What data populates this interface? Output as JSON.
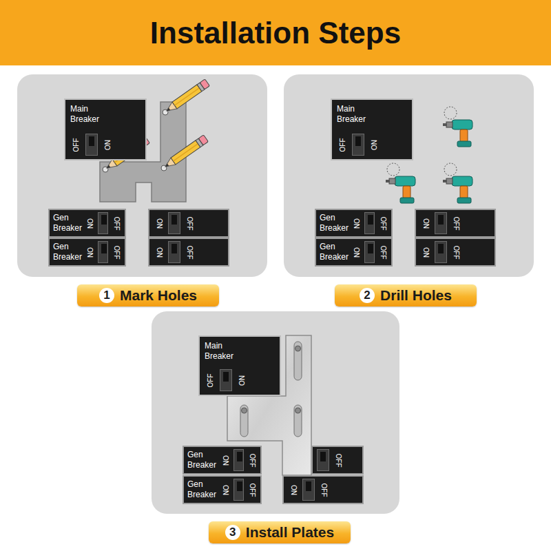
{
  "diagram": {
    "title": "Installation Steps",
    "nodes": [
      {
        "text": [
          "Main Breaker",
          "OFF",
          "ON"
        ]
      },
      {
        "text": [
          "Gen Breaker",
          "ON",
          "OFF"
        ]
      },
      {
        "text": [
          "Gen Breaker",
          "ON",
          "OFF"
        ]
      },
      {
        "text": [
          "ON",
          "OFF"
        ]
      },
      {
        "text": [
          "ON",
          "OFF"
        ]
      },
      {
        "text": [
          "1",
          "Mark Holes"
        ]
      },
      {
        "text": [
          "Main Breaker",
          "OFF",
          "ON"
        ]
      },
      {
        "text": [
          "Gen Breaker",
          "ON",
          "OFF"
        ]
      },
      {
        "text": [
          "Gen Breaker",
          "ON",
          "OFF"
        ]
      },
      {
        "text": [
          "ON",
          "OFF"
        ]
      },
      {
        "text": [
          "ON",
          "OFF"
        ]
      },
      {
        "text": [
          "2",
          "Drill Holes"
        ]
      },
      {
        "text": [
          "Main Breaker",
          "OFF",
          "ON"
        ]
      },
      {
        "text": [
          "Gen Breaker",
          "ON",
          "OFF"
        ]
      },
      {
        "text": [
          "Gen Breaker",
          "ON",
          "OFF"
        ]
      },
      {
        "text": [
          "OFF"
        ]
      },
      {
        "text": [
          "ON",
          "OFF"
        ]
      },
      {
        "text": [
          "3",
          "Install Plates"
        ]
      }
    ],
    "edges": []
  }
}
